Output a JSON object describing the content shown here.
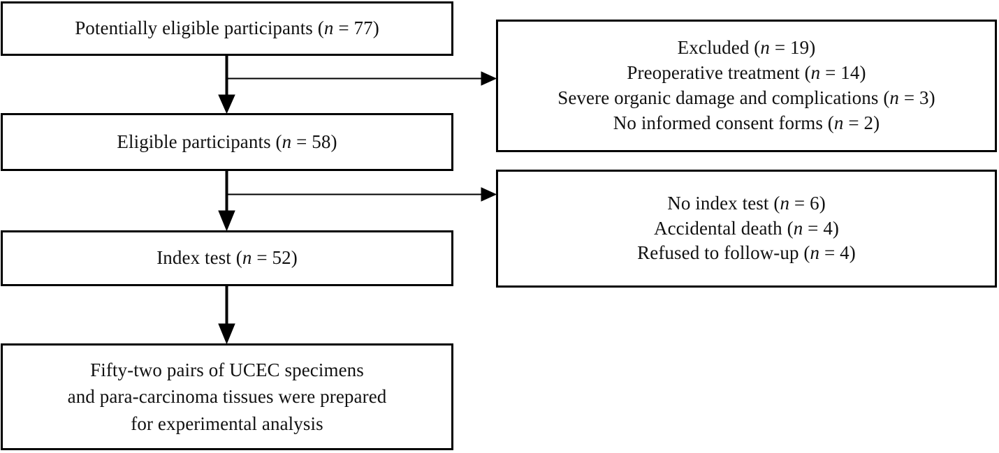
{
  "figure": {
    "type": "flowchart",
    "orientation": "top-to-bottom with right-side exclusion branches",
    "background_color": "#ffffff",
    "line_color": "#000000",
    "text_color": "#111111"
  },
  "nodes": {
    "potentially_eligible": {
      "id": "potentially-eligible",
      "lines": [
        "Potentially eligible participants (n = 77)"
      ],
      "label_prefix": "Potentially eligible participants",
      "n_label": "n",
      "n_value": "77"
    },
    "eligible": {
      "id": "eligible",
      "lines": [
        "Eligible participants (n = 58)"
      ],
      "label_prefix": "Eligible participants",
      "n_label": "n",
      "n_value": "58"
    },
    "index_test": {
      "id": "index-test",
      "lines": [
        "Index test (n = 52)"
      ],
      "label_prefix": "Index test",
      "n_label": "n",
      "n_value": "52"
    },
    "specimens": {
      "id": "specimens",
      "lines": [
        "Fifty-two pairs of UCEC specimens",
        "and para-carcinoma tissues were prepared",
        "for experimental analysis"
      ]
    },
    "excluded": {
      "id": "excluded",
      "lines": [
        "Excluded (n = 19)",
        "Preoperative treatment (n = 14)",
        "Severe organic damage and complications (n = 3)",
        "No informed consent forms (n = 2)"
      ],
      "items": [
        {
          "text": "Excluded",
          "n_label": "n",
          "n_value": "19"
        },
        {
          "text": "Preoperative treatment",
          "n_label": "n",
          "n_value": "14"
        },
        {
          "text": "Severe organic damage and complications",
          "n_label": "n",
          "n_value": "3"
        },
        {
          "text": "No informed consent forms",
          "n_label": "n",
          "n_value": "2"
        }
      ]
    },
    "lost": {
      "id": "lost",
      "lines": [
        "No index test (n = 6)",
        "Accidental death (n = 4)",
        "Refused to follow-up (n = 4)"
      ],
      "items": [
        {
          "text": "No index test",
          "n_label": "n",
          "n_value": "6"
        },
        {
          "text": "Accidental death",
          "n_label": "n",
          "n_value": "4"
        },
        {
          "text": "Refused to follow-up",
          "n_label": "n",
          "n_value": "4"
        }
      ]
    }
  },
  "edges": [
    {
      "name": "edge-potentially-eligible-to-eligible",
      "kind": "vertical-arrow",
      "from": "potentially_eligible",
      "to": "eligible"
    },
    {
      "name": "edge-potentially-eligible-to-excluded",
      "kind": "branch-arrow-right",
      "from": "potentially_eligible",
      "to": "excluded"
    },
    {
      "name": "edge-eligible-to-index-test",
      "kind": "vertical-arrow",
      "from": "eligible",
      "to": "index_test"
    },
    {
      "name": "edge-eligible-to-lost",
      "kind": "branch-arrow-right",
      "from": "eligible",
      "to": "lost"
    },
    {
      "name": "edge-index-test-to-specimens",
      "kind": "vertical-arrow",
      "from": "index_test",
      "to": "specimens"
    }
  ]
}
